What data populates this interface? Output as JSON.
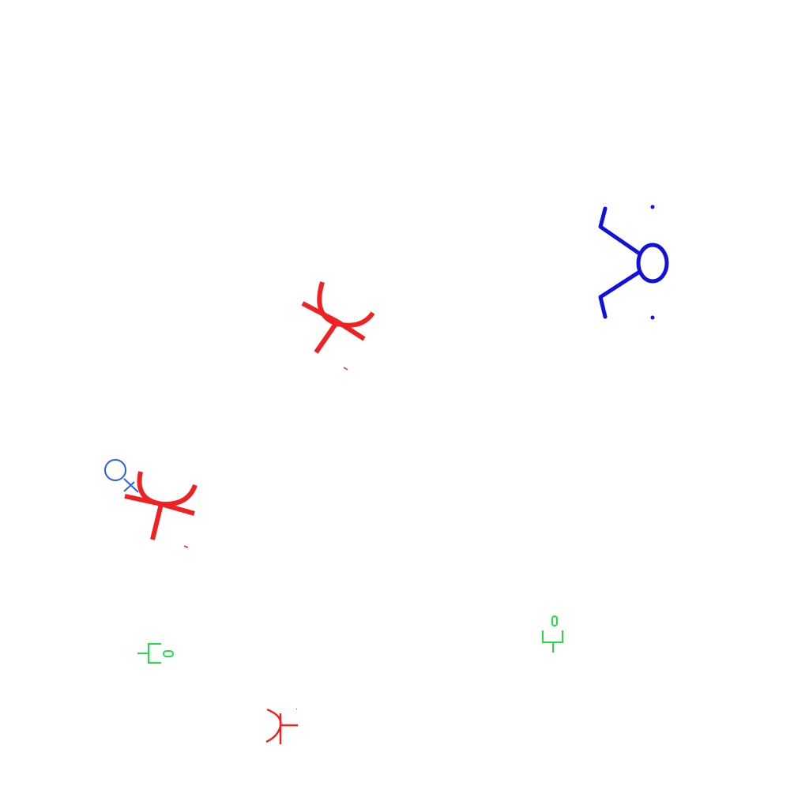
{
  "background": "#ffffff",
  "colors": {
    "red": "#ee2222",
    "blue": "#1111dd",
    "light_blue": "#2a5fe0",
    "green": "#22dd44"
  },
  "symbols": [
    {
      "id": "blue-circle-cup-symbol",
      "icon": "circle-with-two-bent-arms-and-dots",
      "color": "blue"
    },
    {
      "id": "red-arc-y-symbol-large",
      "icon": "arc-over-y-junction",
      "color": "red"
    },
    {
      "id": "red-arc-y-symbol-left",
      "icon": "arc-over-y-junction",
      "color": "red"
    },
    {
      "id": "blue-magnifier-x-symbol",
      "icon": "circle-with-x-tail",
      "color": "light_blue"
    },
    {
      "id": "green-bracket-symbol-left",
      "icon": "bracket-with-small-capsule",
      "color": "green"
    },
    {
      "id": "green-bracket-symbol-right",
      "icon": "u-bracket-with-capsule-above",
      "color": "green"
    },
    {
      "id": "red-arc-cross-symbol-bottom",
      "icon": "arc-with-cross-stem",
      "color": "red"
    }
  ]
}
